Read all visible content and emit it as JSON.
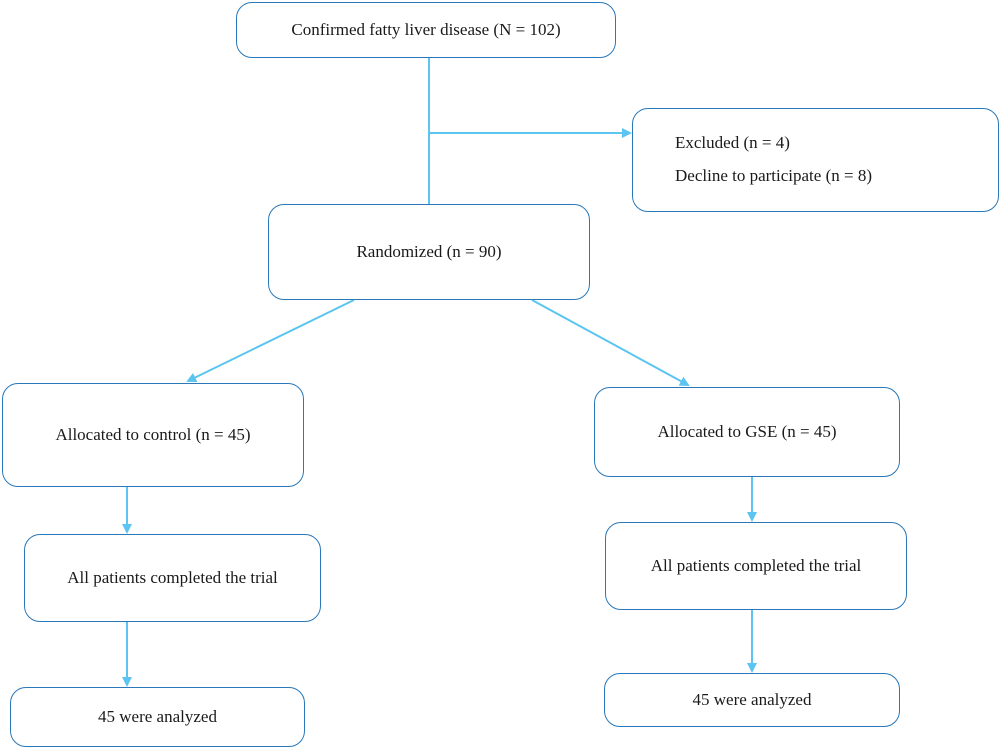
{
  "flowchart": {
    "screening": {
      "label": "Confirmed fatty liver disease (N = 102)"
    },
    "exclusion": {
      "lines": [
        "Excluded (n = 4)",
        "Decline to participate (n = 8)"
      ]
    },
    "randomization": {
      "label": "Randomized (n = 90)"
    },
    "control_arm": {
      "allocation": "Allocated to control (n = 45)",
      "completion": "All patients completed the trial",
      "analysis": "45 were analyzed"
    },
    "gse_arm": {
      "allocation": "Allocated to GSE (n = 45)",
      "completion": "All patients completed the trial",
      "analysis": "45 were analyzed"
    }
  },
  "colors": {
    "box_border": "#2a78b8",
    "connector": "#5bc4f0",
    "text": "#1a1a1a"
  }
}
